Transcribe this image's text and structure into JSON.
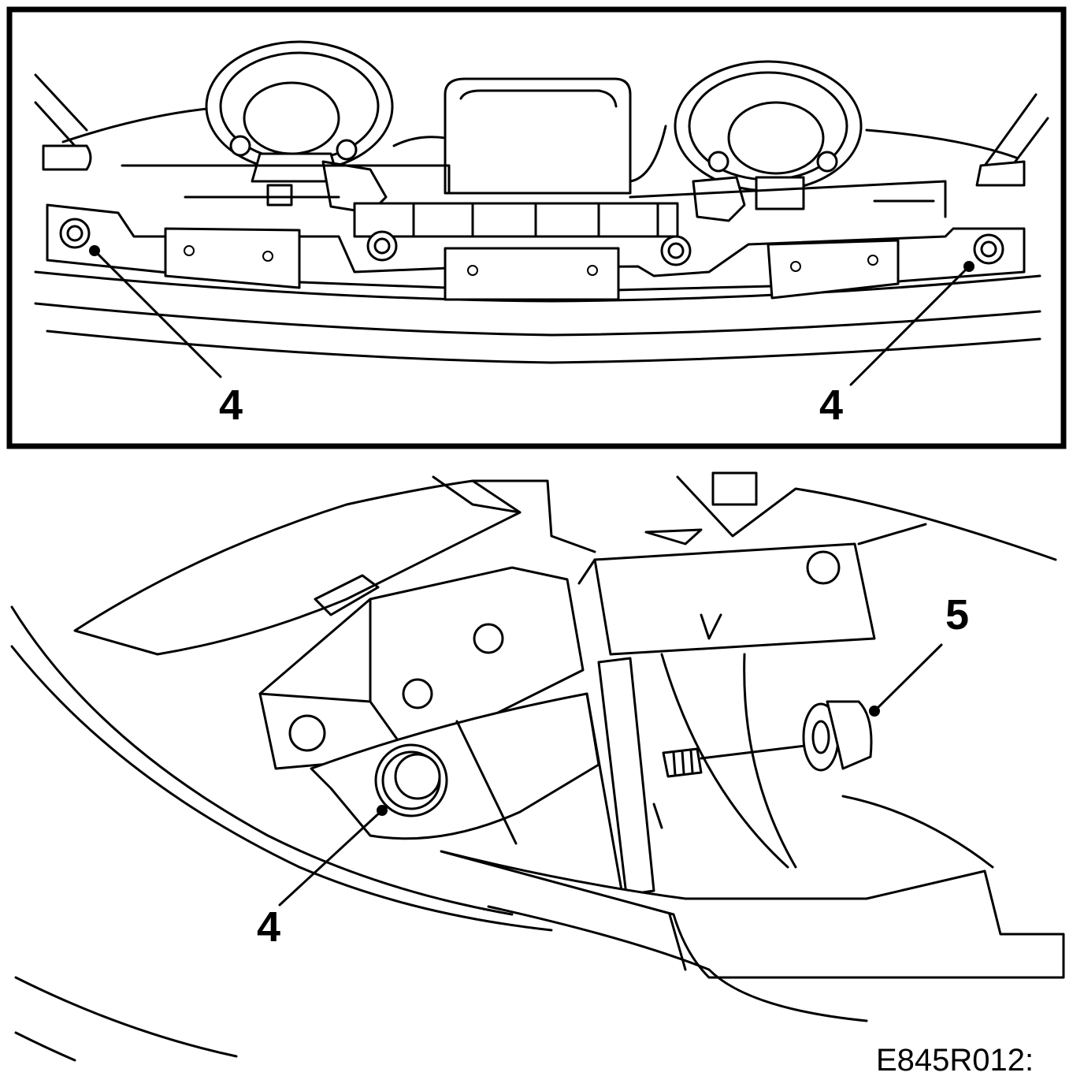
{
  "diagram": {
    "top_panel": {
      "callouts": [
        {
          "id": "left-bolt",
          "label": "4"
        },
        {
          "id": "right-bolt",
          "label": "4"
        }
      ]
    },
    "bottom_panel": {
      "callouts": [
        {
          "id": "bracket-bolt",
          "label": "4"
        },
        {
          "id": "nut",
          "label": "5"
        }
      ]
    },
    "figure_id": "E845R012:"
  }
}
